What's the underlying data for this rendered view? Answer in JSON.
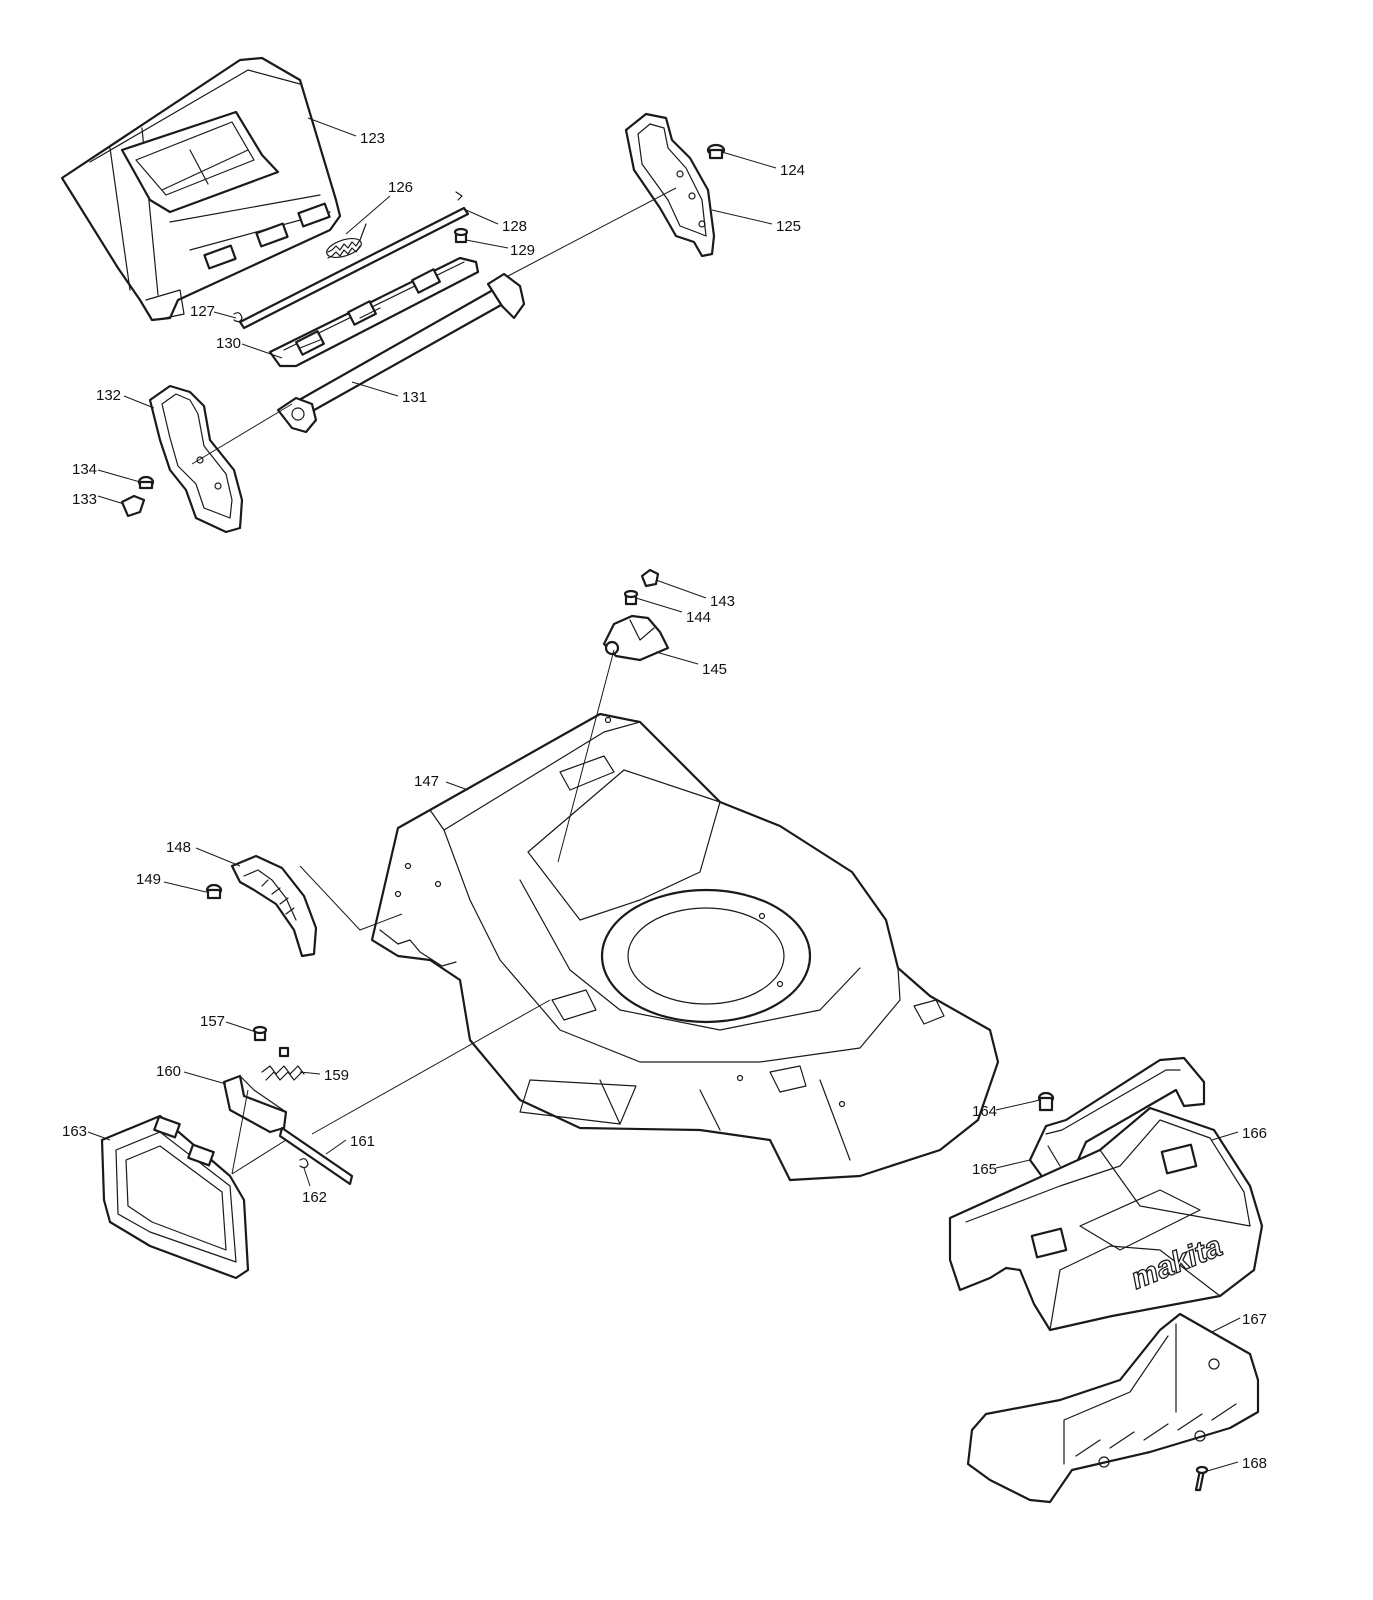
{
  "diagram": {
    "brand_mark": "makita",
    "callouts": [
      "123",
      "124",
      "125",
      "126",
      "127",
      "128",
      "129",
      "130",
      "131",
      "132",
      "133",
      "134",
      "143",
      "144",
      "145",
      "147",
      "148",
      "149",
      "157",
      "159",
      "160",
      "161",
      "162",
      "163",
      "164",
      "165",
      "166",
      "167",
      "168"
    ]
  }
}
